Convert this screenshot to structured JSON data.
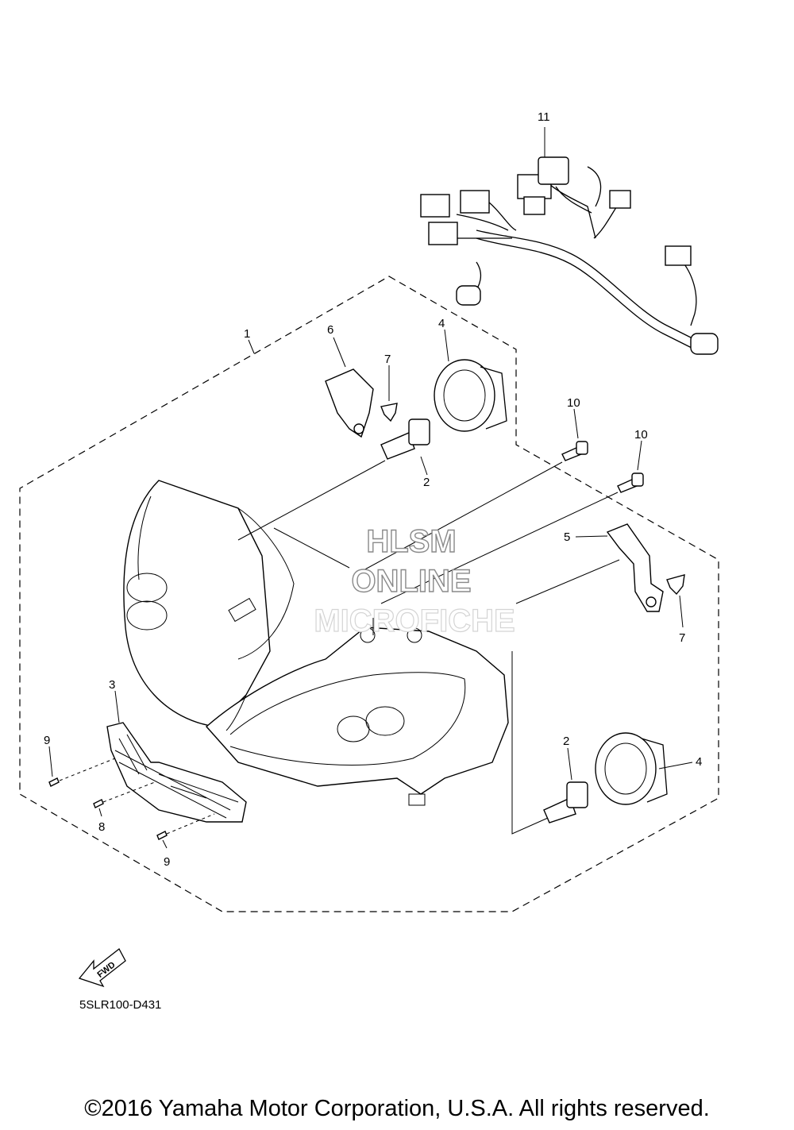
{
  "diagram": {
    "callouts": {
      "c1": "1",
      "c2a": "2",
      "c2b": "2",
      "c3": "3",
      "c4a": "4",
      "c4b": "4",
      "c5": "5",
      "c6": "6",
      "c7a": "7",
      "c7b": "7",
      "c8": "8",
      "c9a": "9",
      "c9b": "9",
      "c10a": "10",
      "c10b": "10",
      "c11": "11"
    },
    "watermark": {
      "line1": "HLSM",
      "line2": "ONLINE",
      "line3": "MICROFICHE"
    },
    "fwd_label": "FWD",
    "reference_code": "5SLR100-D431"
  },
  "footer": {
    "copyright": "©2016 Yamaha Motor Corporation, U.S.A. All rights reserved."
  },
  "icons": [
    "fwd-arrow-icon"
  ]
}
